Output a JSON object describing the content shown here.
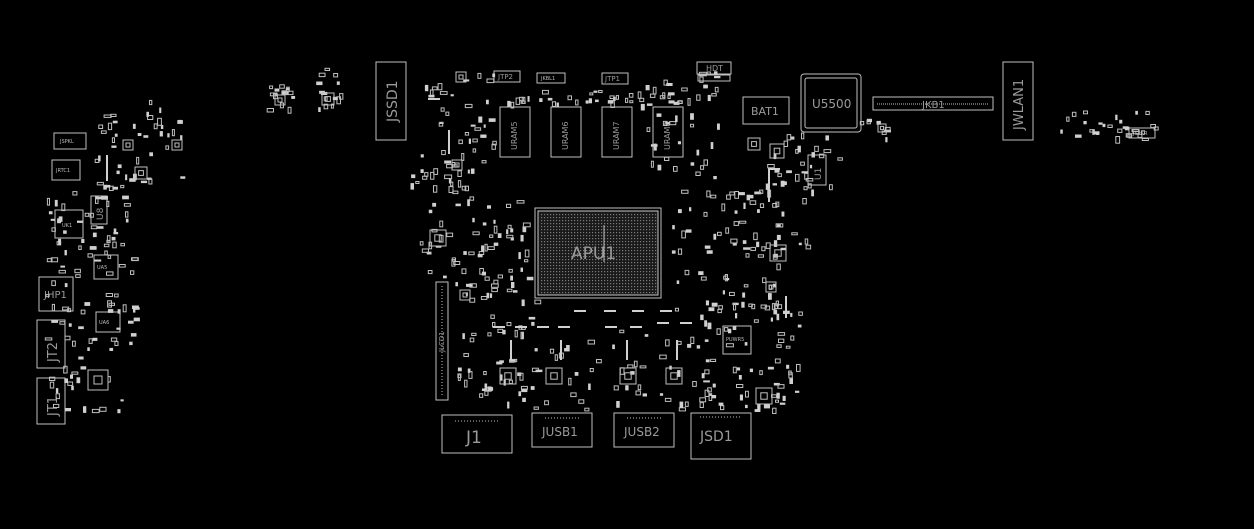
{
  "board": {
    "labels": {
      "jssd1": "JSSD1",
      "jtp2": "JTP2",
      "jkbl1": "JKBL1",
      "jtp1": "JTP1",
      "hdt": "HDT",
      "u5500": "U5500",
      "bat1": "BAT1",
      "jkb1": "JKB1",
      "jwlan1": "JWLAN1",
      "uram5": "URAM5",
      "uram6": "URAM6",
      "uram7": "URAM7",
      "uram8": "URAM8",
      "u1": "U1",
      "apu1": "APU1",
      "jspkl": "JSPKL",
      "jrtc1": "JRTC1",
      "u8": "U8",
      "uk1": "UK1",
      "jhp1": "JHP1",
      "jt2": "JT2",
      "jt1": "JT1",
      "jlcd1": "JLCD1",
      "j1": "J1",
      "jusb1": "JUSB1",
      "jusb2": "JUSB2",
      "jsd1": "JSD1",
      "jspkr": "JSPKR",
      "ua5": "UA5",
      "ua6": "UA6",
      "upwr": "PUWR5"
    }
  }
}
